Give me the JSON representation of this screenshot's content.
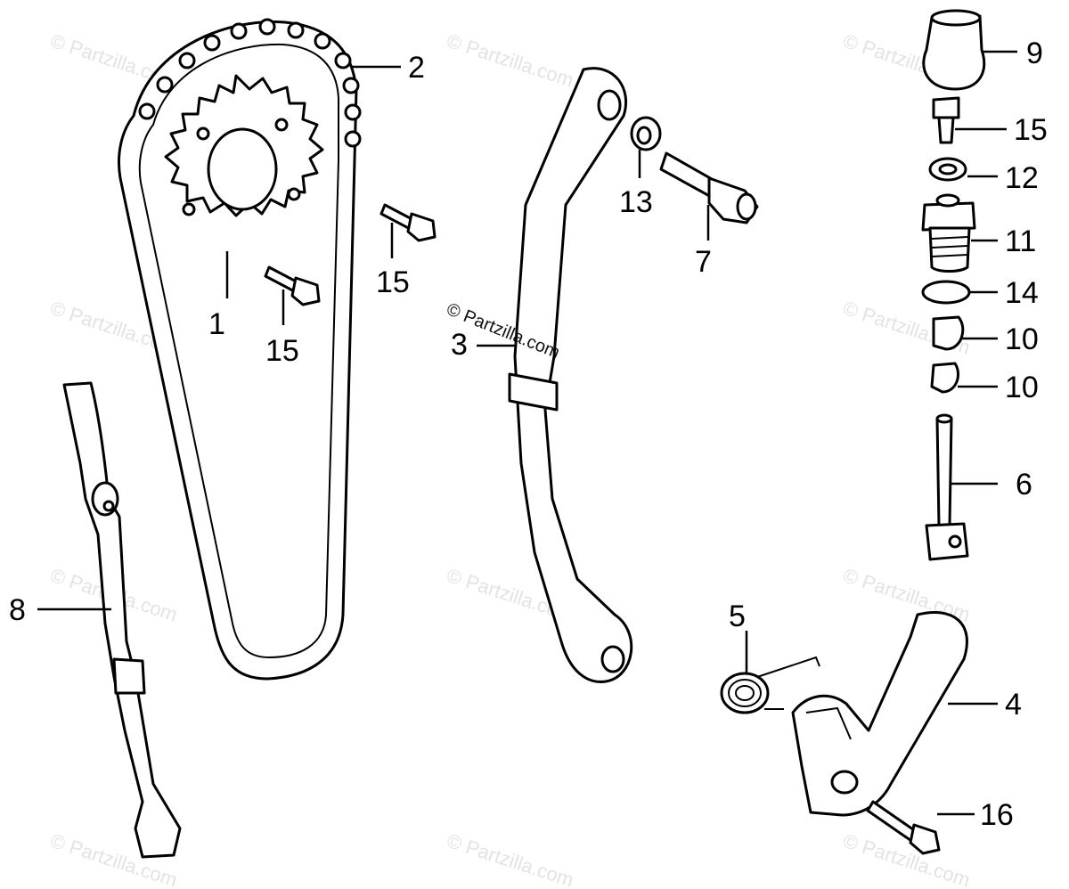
{
  "diagram": {
    "watermark": "© Partzilla.com",
    "center_watermark": "© Partzilla.com",
    "callouts": [
      {
        "id": "1",
        "text": "1"
      },
      {
        "id": "2",
        "text": "2"
      },
      {
        "id": "3",
        "text": "3"
      },
      {
        "id": "4",
        "text": "4"
      },
      {
        "id": "5",
        "text": "5"
      },
      {
        "id": "6",
        "text": "6"
      },
      {
        "id": "7",
        "text": "7"
      },
      {
        "id": "8",
        "text": "8"
      },
      {
        "id": "9",
        "text": "9"
      },
      {
        "id": "10a",
        "text": "10"
      },
      {
        "id": "10b",
        "text": "10"
      },
      {
        "id": "11",
        "text": "11"
      },
      {
        "id": "12",
        "text": "12"
      },
      {
        "id": "13",
        "text": "13"
      },
      {
        "id": "14",
        "text": "14"
      },
      {
        "id": "15a",
        "text": "15"
      },
      {
        "id": "15b",
        "text": "15"
      },
      {
        "id": "15c",
        "text": "15"
      },
      {
        "id": "16",
        "text": "16"
      }
    ]
  }
}
